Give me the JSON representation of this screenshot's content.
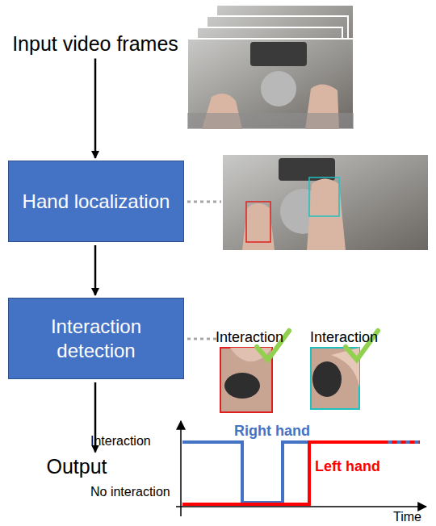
{
  "diagram": {
    "nodes": [
      {
        "text": [
          "Input video frames"
        ]
      },
      {
        "text": [
          "Hand localization"
        ]
      },
      {
        "text": [
          "Interaction detection"
        ]
      },
      {
        "text": [
          "Output"
        ]
      }
    ],
    "edges": [
      {
        "from": 0,
        "to": 1,
        "arrow": "to"
      },
      {
        "from": 1,
        "to": 2,
        "arrow": "to"
      },
      {
        "from": 2,
        "to": 3,
        "arrow": "to"
      }
    ],
    "labels": [
      "Interaction",
      "Interaction",
      "Right hand",
      "Interaction",
      "Left hand",
      "No interaction",
      "Time"
    ]
  }
}
